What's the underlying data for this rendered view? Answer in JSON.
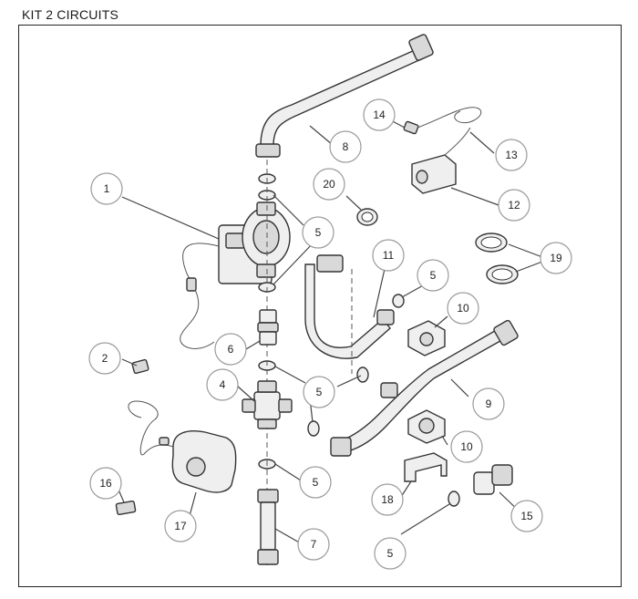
{
  "title": "KIT 2 CIRCUITS",
  "callouts": {
    "c1": "1",
    "c2": "2",
    "c4": "4",
    "c5a": "5",
    "c5b": "5",
    "c5c": "5",
    "c5d": "5",
    "c5e": "5",
    "c6": "6",
    "c7": "7",
    "c8": "8",
    "c9": "9",
    "c10a": "10",
    "c10b": "10",
    "c11": "11",
    "c12": "12",
    "c13": "13",
    "c14": "14",
    "c15": "15",
    "c16": "16",
    "c17": "17",
    "c18": "18",
    "c19": "19",
    "c20": "20"
  }
}
